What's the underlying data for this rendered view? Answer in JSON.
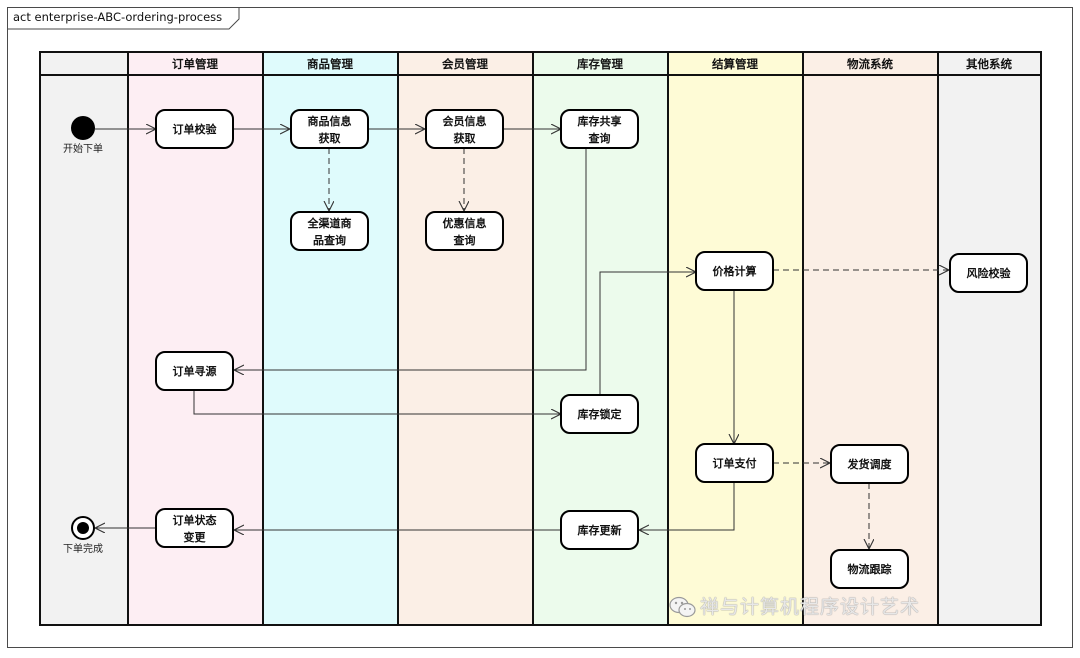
{
  "frame_title": "act enterprise-ABC-ordering-process",
  "lanes": [
    {
      "id": "start",
      "label": "",
      "color": "#f2f2f2"
    },
    {
      "id": "order",
      "label": "订单管理",
      "color": "#fdeef3"
    },
    {
      "id": "product",
      "label": "商品管理",
      "color": "#dffbfc"
    },
    {
      "id": "member",
      "label": "会员管理",
      "color": "#fbefe6"
    },
    {
      "id": "inventory",
      "label": "库存管理",
      "color": "#ecfbec"
    },
    {
      "id": "settlement",
      "label": "结算管理",
      "color": "#fefbd6"
    },
    {
      "id": "logistics",
      "label": "物流系统",
      "color": "#fbefe6"
    },
    {
      "id": "other",
      "label": "其他系统",
      "color": "#f2f2f2"
    }
  ],
  "start_node": {
    "label": "开始下单"
  },
  "end_node": {
    "label": "下单完成"
  },
  "nodes": [
    {
      "id": "n1",
      "lines": [
        "订单校验"
      ]
    },
    {
      "id": "n2",
      "lines": [
        "商品信息",
        "获取"
      ]
    },
    {
      "id": "n3",
      "lines": [
        "全渠道商",
        "品查询"
      ]
    },
    {
      "id": "n4",
      "lines": [
        "会员信息",
        "获取"
      ]
    },
    {
      "id": "n5",
      "lines": [
        "优惠信息",
        "查询"
      ]
    },
    {
      "id": "n6",
      "lines": [
        "库存共享",
        "查询"
      ]
    },
    {
      "id": "n7",
      "lines": [
        "价格计算"
      ]
    },
    {
      "id": "n8",
      "lines": [
        "风险校验"
      ]
    },
    {
      "id": "n9",
      "lines": [
        "订单寻源"
      ]
    },
    {
      "id": "n10",
      "lines": [
        "库存锁定"
      ]
    },
    {
      "id": "n11",
      "lines": [
        "订单支付"
      ]
    },
    {
      "id": "n12",
      "lines": [
        "发货调度"
      ]
    },
    {
      "id": "n13",
      "lines": [
        "物流跟踪"
      ]
    },
    {
      "id": "n14",
      "lines": [
        "库存更新"
      ]
    },
    {
      "id": "n15",
      "lines": [
        "订单状态",
        "变更"
      ]
    }
  ],
  "watermark": "禅与计算机程序设计艺术"
}
